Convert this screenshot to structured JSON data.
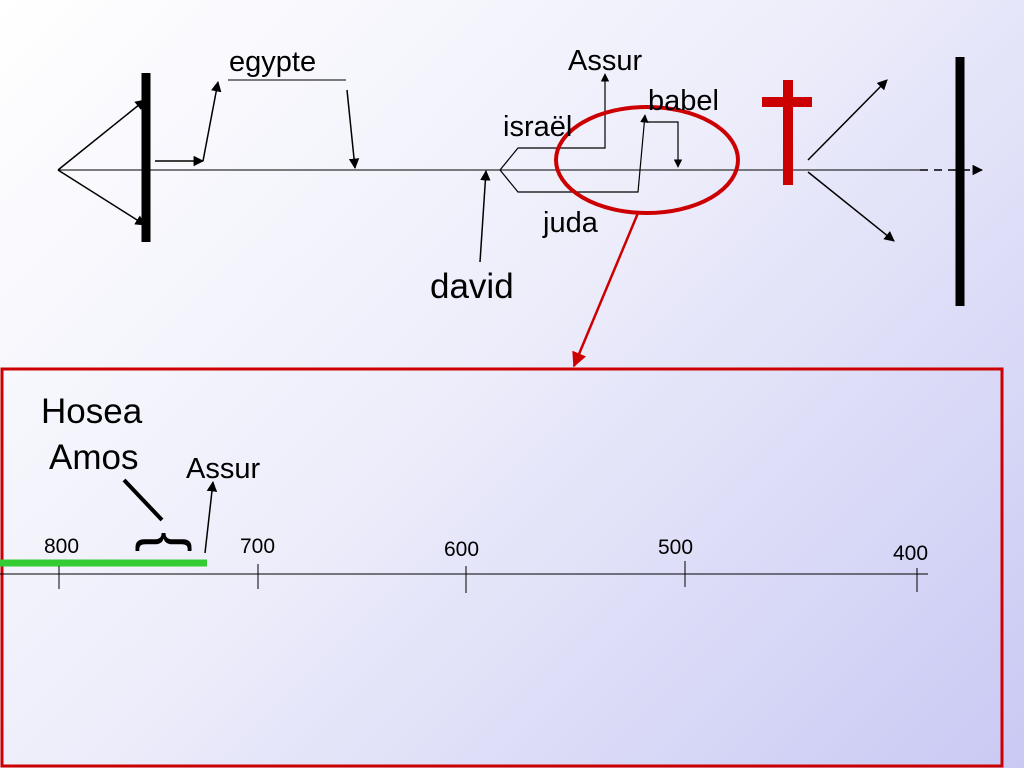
{
  "top_timeline": {
    "labels": {
      "egypte": "egypte",
      "assur": "Assur",
      "israel": "israël",
      "babel": "babel",
      "juda": "juda",
      "david": "david"
    },
    "cross_symbol": "†"
  },
  "zoom_panel": {
    "labels": {
      "hosea": "Hosea",
      "amos": "Amos",
      "assur": "Assur",
      "brace": "{"
    },
    "ticks": [
      "800",
      "700",
      "600",
      "500",
      "400"
    ]
  },
  "colors": {
    "accent_red": "#cc0000",
    "highlight_green": "#33cc33",
    "line": "#000000"
  }
}
